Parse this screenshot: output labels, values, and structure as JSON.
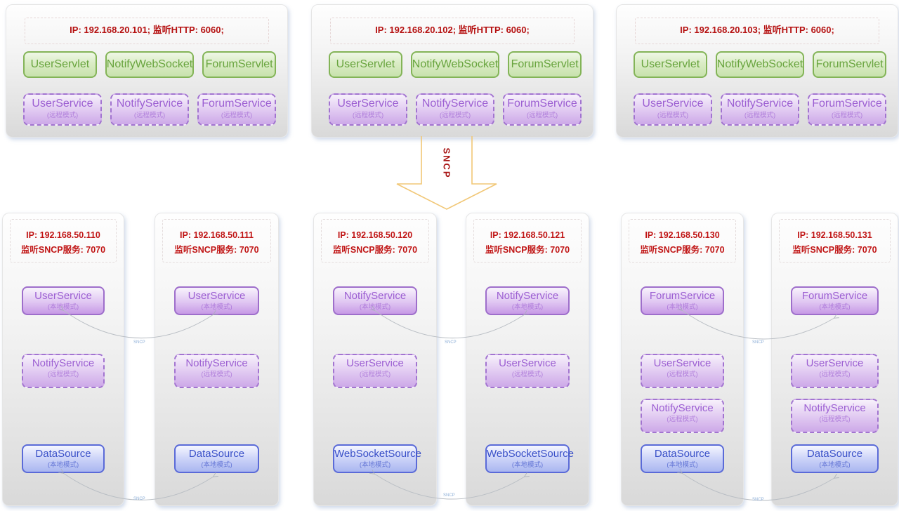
{
  "diagram": {
    "sncp_arrow_label": "SNCP",
    "connector_label": "SNCP"
  },
  "top_servers": [
    {
      "ip": "IP: 192.168.20.101;  监听HTTP: 6060;",
      "servlets": [
        "UserServlet",
        "NotifyWebSocket",
        "ForumServlet"
      ],
      "services": [
        {
          "name": "UserService",
          "mode": "(远程模式)"
        },
        {
          "name": "NotifyService",
          "mode": "(远程模式)"
        },
        {
          "name": "ForumService",
          "mode": "(远程模式)"
        }
      ]
    },
    {
      "ip": "IP: 192.168.20.102;  监听HTTP: 6060;",
      "servlets": [
        "UserServlet",
        "NotifyWebSocket",
        "ForumServlet"
      ],
      "services": [
        {
          "name": "UserService",
          "mode": "(远程模式)"
        },
        {
          "name": "NotifyService",
          "mode": "(远程模式)"
        },
        {
          "name": "ForumService",
          "mode": "(远程模式)"
        }
      ]
    },
    {
      "ip": "IP: 192.168.20.103;  监听HTTP: 6060;",
      "servlets": [
        "UserServlet",
        "NotifyWebSocket",
        "ForumServlet"
      ],
      "services": [
        {
          "name": "UserService",
          "mode": "(远程模式)"
        },
        {
          "name": "NotifyService",
          "mode": "(远程模式)"
        },
        {
          "name": "ForumService",
          "mode": "(远程模式)"
        }
      ]
    }
  ],
  "bottom_servers": [
    {
      "ip_line1": "IP: 192.168.50.110",
      "ip_line2": "监听SNCP服务: 7070",
      "services": [
        {
          "name": "UserService",
          "mode": "(本地模式)"
        },
        {
          "name": "NotifyService",
          "mode": "(远程模式)"
        },
        {
          "name": "DataSource",
          "mode": "(本地模式)"
        }
      ]
    },
    {
      "ip_line1": "IP: 192.168.50.111",
      "ip_line2": "监听SNCP服务: 7070",
      "services": [
        {
          "name": "UserService",
          "mode": "(本地模式)"
        },
        {
          "name": "NotifyService",
          "mode": "(远程模式)"
        },
        {
          "name": "DataSource",
          "mode": "(本地模式)"
        }
      ]
    },
    {
      "ip_line1": "IP: 192.168.50.120",
      "ip_line2": "监听SNCP服务: 7070",
      "services": [
        {
          "name": "NotifyService",
          "mode": "(本地模式)"
        },
        {
          "name": "UserService",
          "mode": "(远程模式)"
        },
        {
          "name": "WebSocketSource",
          "mode": "(本地模式)"
        }
      ]
    },
    {
      "ip_line1": "IP: 192.168.50.121",
      "ip_line2": "监听SNCP服务: 7070",
      "services": [
        {
          "name": "NotifyService",
          "mode": "(本地模式)"
        },
        {
          "name": "UserService",
          "mode": "(远程模式)"
        },
        {
          "name": "WebSocketSource",
          "mode": "(本地模式)"
        }
      ]
    },
    {
      "ip_line1": "IP: 192.168.50.130",
      "ip_line2": "监听SNCP服务: 7070",
      "services": [
        {
          "name": "ForumService",
          "mode": "(本地模式)"
        },
        {
          "name": "UserService",
          "mode": "(远程模式)"
        },
        {
          "name": "NotifyService",
          "mode": "(远程模式)"
        },
        {
          "name": "DataSource",
          "mode": "(本地模式)"
        }
      ]
    },
    {
      "ip_line1": "IP: 192.168.50.131",
      "ip_line2": "监听SNCP服务: 7070",
      "services": [
        {
          "name": "ForumService",
          "mode": "(本地模式)"
        },
        {
          "name": "UserService",
          "mode": "(远程模式)"
        },
        {
          "name": "NotifyService",
          "mode": "(远程模式)"
        },
        {
          "name": "DataSource",
          "mode": "(本地模式)"
        }
      ]
    }
  ],
  "colors": {
    "servlet_green": "#68a43e",
    "service_purple": "#9c5fd2",
    "source_blue": "#3a50c8",
    "ip_red": "#b51111",
    "arrow_gold": "#f1c776"
  }
}
